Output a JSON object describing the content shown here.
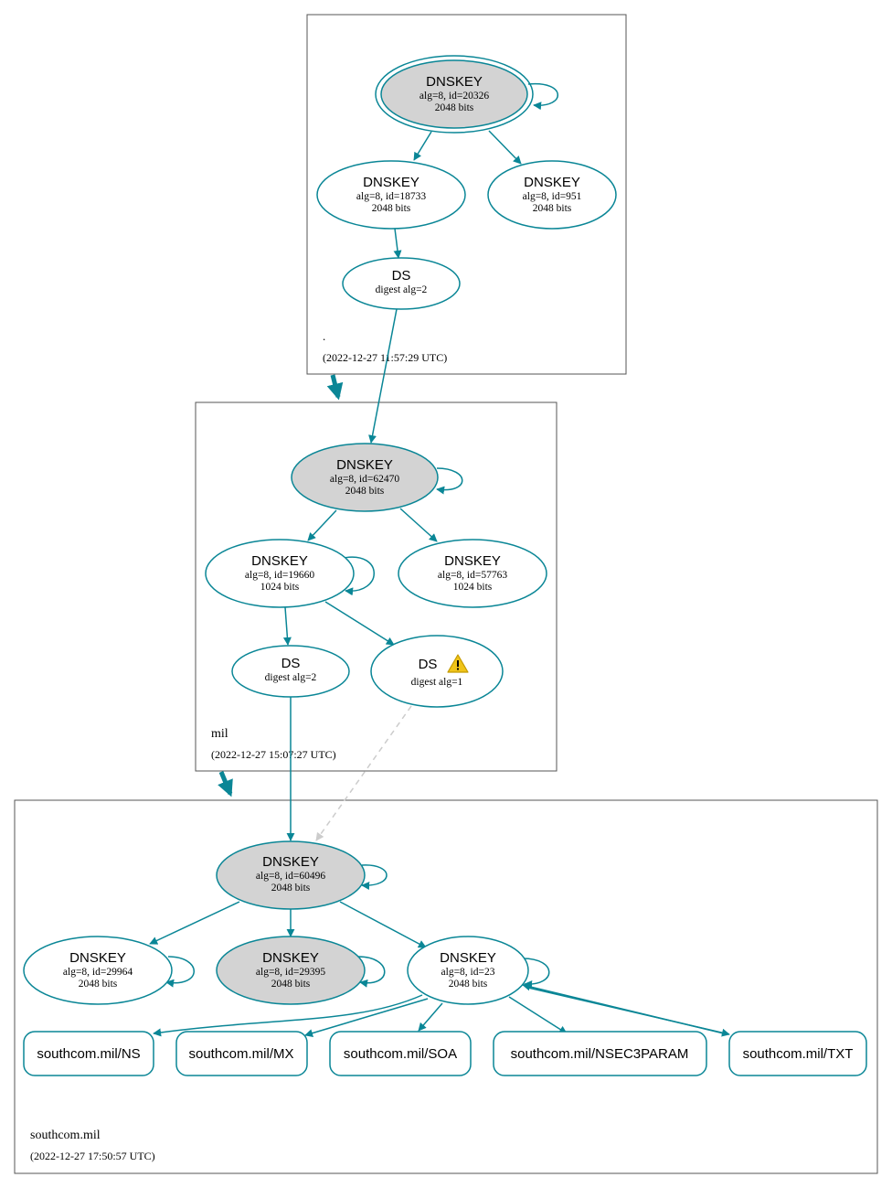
{
  "colors": {
    "edge": "#0a8696",
    "box": "#555555",
    "ksk_fill": "#d3d3d3",
    "insecure_edge": "#cccccc",
    "warning": "#f0c419"
  },
  "zones": [
    {
      "id": "root",
      "name": ".",
      "timestamp": "(2022-12-27 11:57:29 UTC)",
      "nodes": [
        {
          "id": "r_ksk",
          "type": "DNSKEY",
          "title": "DNSKEY",
          "line1": "alg=8, id=20326",
          "line2": "2048 bits",
          "fill": true,
          "double": true
        },
        {
          "id": "r_zsk1",
          "type": "DNSKEY",
          "title": "DNSKEY",
          "line1": "alg=8, id=18733",
          "line2": "2048 bits"
        },
        {
          "id": "r_zsk2",
          "type": "DNSKEY",
          "title": "DNSKEY",
          "line1": "alg=8, id=951",
          "line2": "2048 bits"
        },
        {
          "id": "r_ds",
          "type": "DS",
          "title": "DS",
          "line1": "digest alg=2"
        }
      ]
    },
    {
      "id": "mil",
      "name": "mil",
      "timestamp": "(2022-12-27 15:07:27 UTC)",
      "nodes": [
        {
          "id": "m_ksk",
          "type": "DNSKEY",
          "title": "DNSKEY",
          "line1": "alg=8, id=62470",
          "line2": "2048 bits",
          "fill": true
        },
        {
          "id": "m_zsk1",
          "type": "DNSKEY",
          "title": "DNSKEY",
          "line1": "alg=8, id=19660",
          "line2": "1024 bits"
        },
        {
          "id": "m_zsk2",
          "type": "DNSKEY",
          "title": "DNSKEY",
          "line1": "alg=8, id=57763",
          "line2": "1024 bits"
        },
        {
          "id": "m_ds1",
          "type": "DS",
          "title": "DS",
          "line1": "digest alg=2"
        },
        {
          "id": "m_ds2",
          "type": "DS",
          "title": "DS",
          "line1": "digest alg=1",
          "warning": true
        }
      ]
    },
    {
      "id": "southcom",
      "name": "southcom.mil",
      "timestamp": "(2022-12-27 17:50:57 UTC)",
      "nodes": [
        {
          "id": "s_ksk",
          "type": "DNSKEY",
          "title": "DNSKEY",
          "line1": "alg=8, id=60496",
          "line2": "2048 bits",
          "fill": true
        },
        {
          "id": "s_k1",
          "type": "DNSKEY",
          "title": "DNSKEY",
          "line1": "alg=8, id=29964",
          "line2": "2048 bits"
        },
        {
          "id": "s_k2",
          "type": "DNSKEY",
          "title": "DNSKEY",
          "line1": "alg=8, id=29395",
          "line2": "2048 bits",
          "fill": true
        },
        {
          "id": "s_k3",
          "type": "DNSKEY",
          "title": "DNSKEY",
          "line1": "alg=8, id=23",
          "line2": "2048 bits"
        }
      ],
      "records": [
        {
          "id": "rr_ns",
          "label": "southcom.mil/NS"
        },
        {
          "id": "rr_mx",
          "label": "southcom.mil/MX"
        },
        {
          "id": "rr_soa",
          "label": "southcom.mil/SOA"
        },
        {
          "id": "rr_nsec3param",
          "label": "southcom.mil/NSEC3PARAM"
        },
        {
          "id": "rr_txt",
          "label": "southcom.mil/TXT"
        }
      ]
    }
  ]
}
